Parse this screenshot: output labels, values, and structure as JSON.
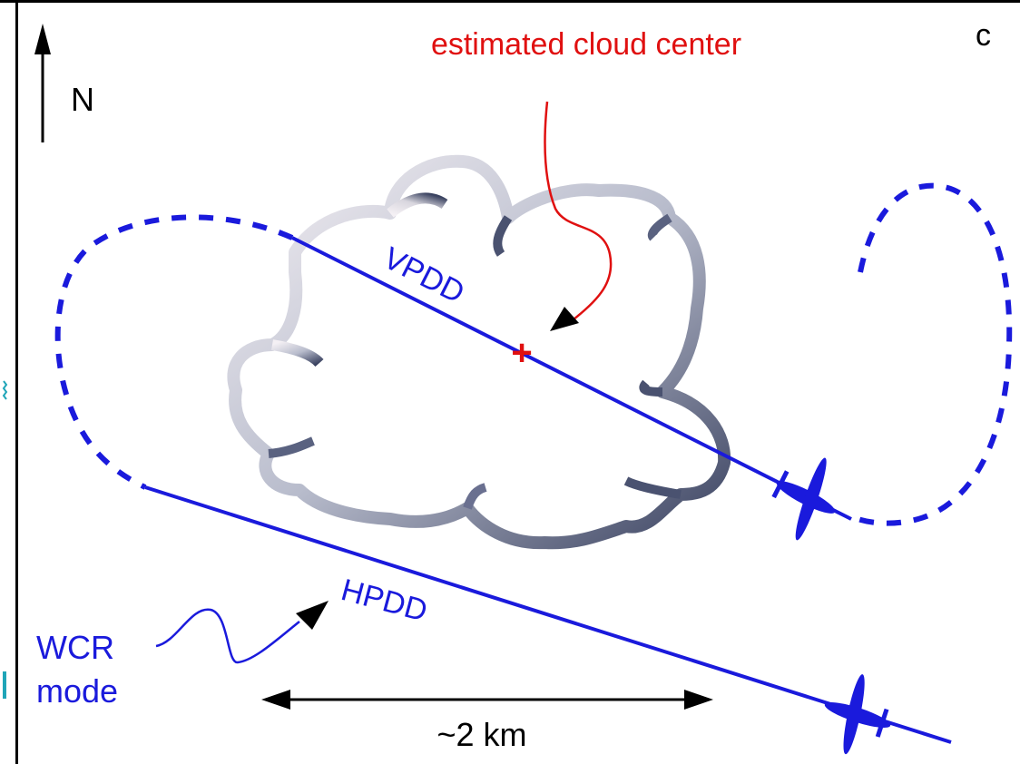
{
  "panel": {
    "letter": "c"
  },
  "compass": {
    "label": "N"
  },
  "annotations": {
    "cloud_center": "estimated cloud center",
    "center_marker": "+",
    "vpdd": "VPDD",
    "hpdd": "HPDD",
    "wcr_line1": "WCR",
    "wcr_line2": "mode",
    "scale": "~2 km"
  },
  "colors": {
    "flight_track": "#1a1adc",
    "annotation_red": "#e01010",
    "cloud_edge_dark": "#3a4260",
    "cloud_edge_light": "#f2eef2",
    "frame": "#000000",
    "cyan_mark": "#1fa5b8"
  }
}
